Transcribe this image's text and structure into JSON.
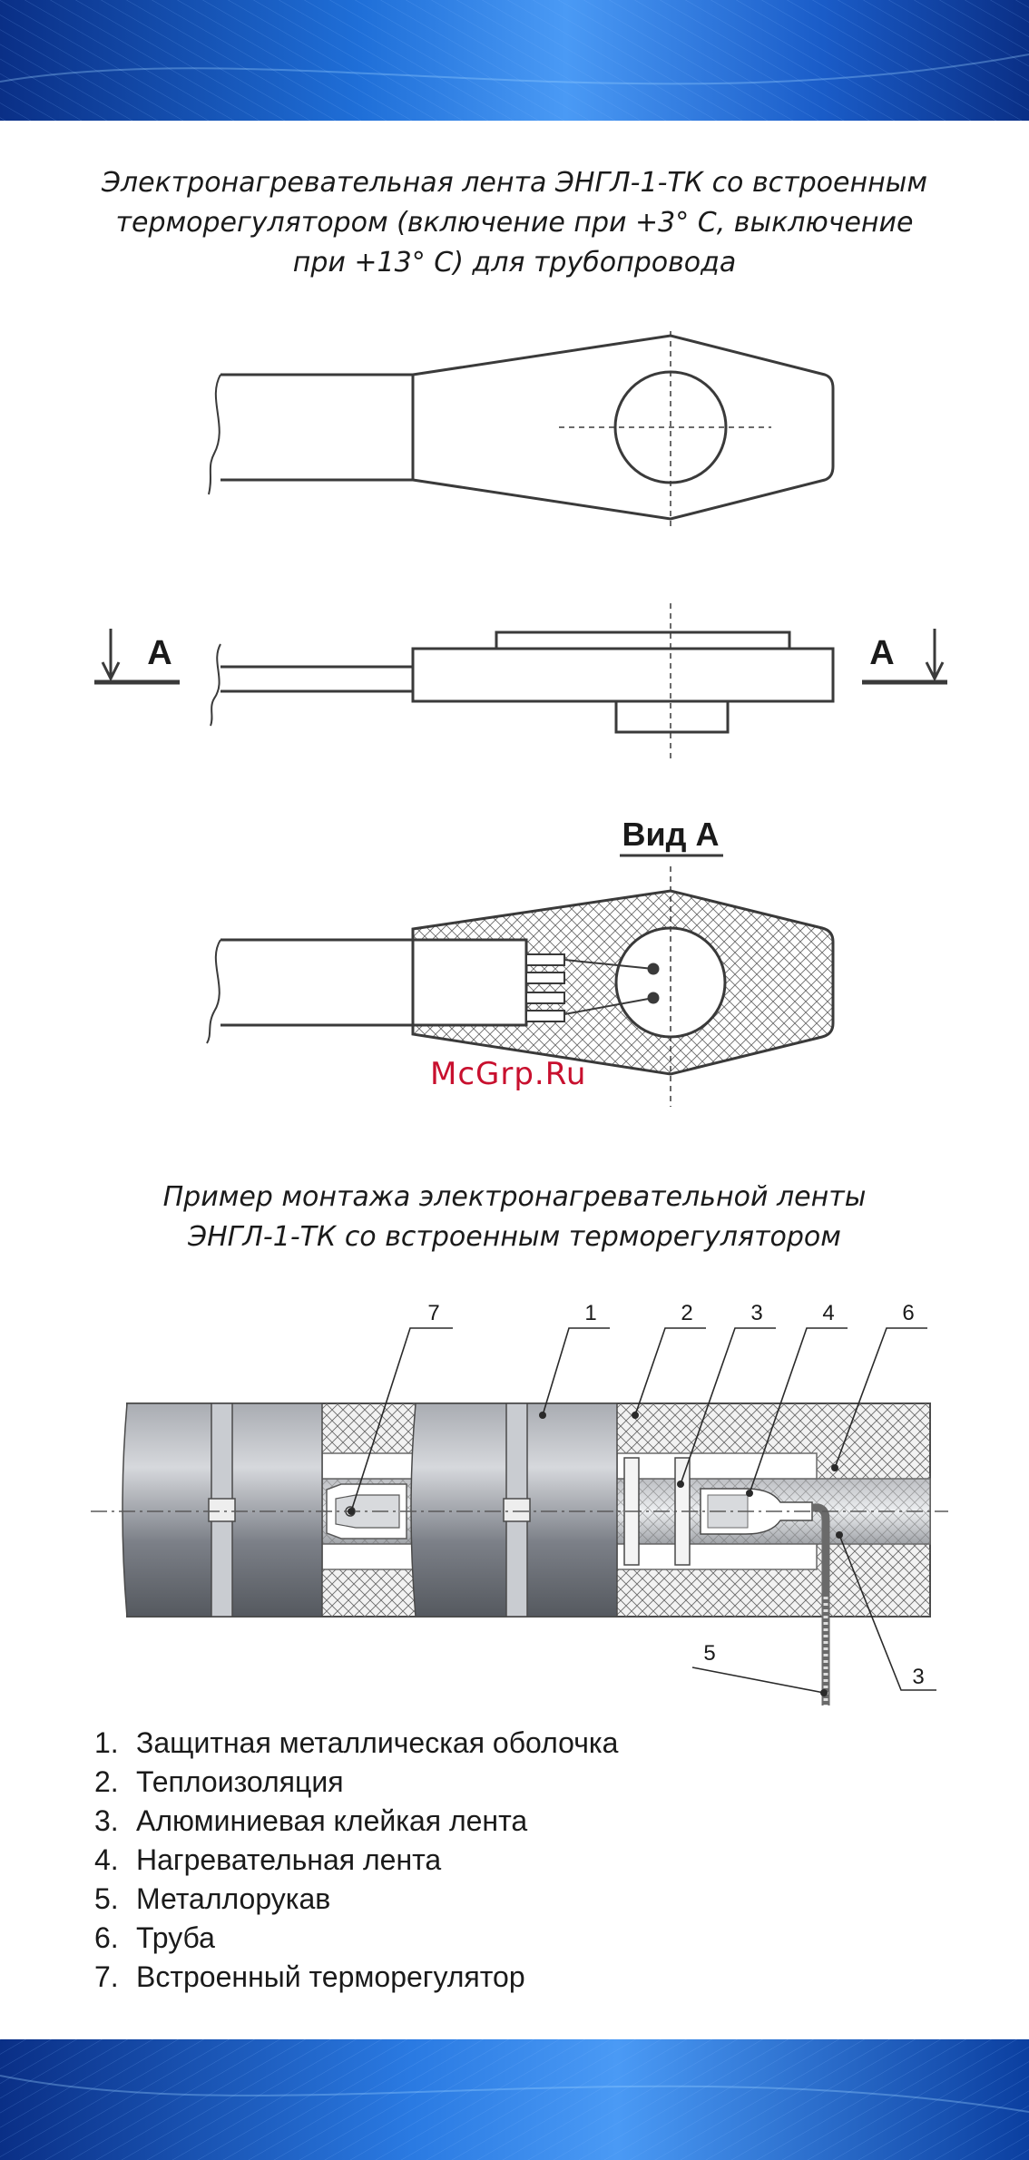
{
  "caption_top": [
    "Электронагревательная лента ЭНГЛ-1-ТК со встроенным",
    "терморегулятором (включение при +3° С, выключение",
    "при +13° С) для трубопровода"
  ],
  "section_marks": {
    "left": "А",
    "right": "А"
  },
  "view_label": "Вид А",
  "watermark": "McGrp.Ru",
  "caption_mount": [
    "Пример монтажа электронагревательной ленты",
    "ЭНГЛ-1-ТК со встроенным терморегулятором"
  ],
  "callouts": [
    "7",
    "1",
    "2",
    "3",
    "4",
    "6",
    "5",
    "3"
  ],
  "legend": [
    {
      "num": "1.",
      "text": "Защитная металлическая оболочка"
    },
    {
      "num": "2.",
      "text": "Теплоизоляция"
    },
    {
      "num": "3.",
      "text": "Алюминиевая клейкая лента"
    },
    {
      "num": "4.",
      "text": "Нагревательная лента"
    },
    {
      "num": "5.",
      "text": "Металлорукав"
    },
    {
      "num": "6.",
      "text": "Труба"
    },
    {
      "num": "7.",
      "text": "Встроенный терморегулятор"
    }
  ],
  "colors": {
    "band_dark": "#0b3fa0",
    "band_light": "#3f8ff0",
    "line": "#3a3a3a",
    "watermark": "#c8102e"
  }
}
